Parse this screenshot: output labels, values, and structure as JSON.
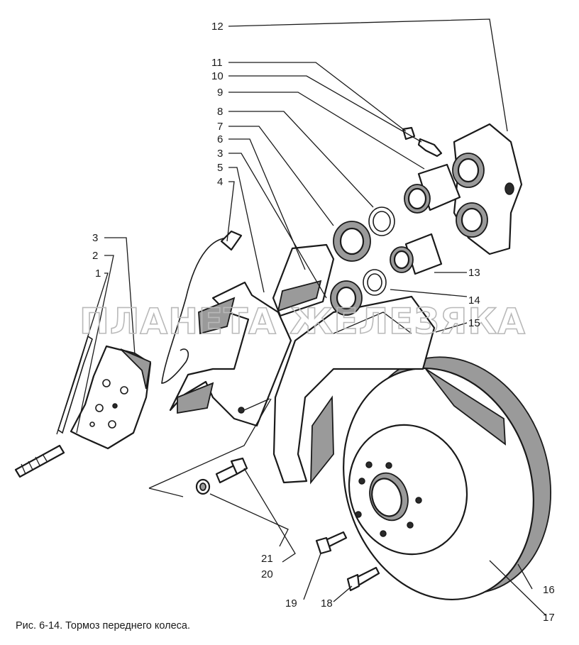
{
  "callouts": {
    "n12": "12",
    "n11": "11",
    "n10": "10",
    "n9": "9",
    "n8": "8",
    "n7": "7",
    "n6": "6",
    "n3a": "3",
    "n5": "5",
    "n4": "4",
    "n3b": "3",
    "n2": "2",
    "n1": "1",
    "n13": "13",
    "n14": "14",
    "n15": "15",
    "n16": "16",
    "n17": "17",
    "n18": "18",
    "n19": "19",
    "n20": "20",
    "n21": "21"
  },
  "watermark": "ПЛАНЕТА ЖЕЛЕЗЯКА",
  "caption": "Рис. 6-14. Тормоз переднего колеса."
}
